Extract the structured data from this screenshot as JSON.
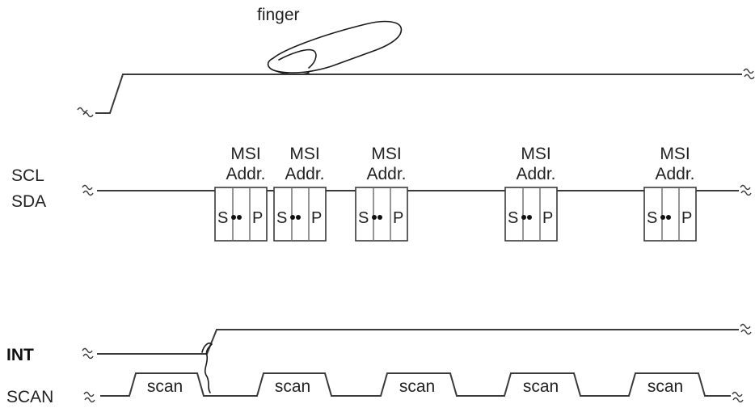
{
  "finger_label": "finger",
  "signals": {
    "scl": "SCL",
    "sda": "SDA",
    "int": "INT",
    "scan": "SCAN"
  },
  "transaction_label": [
    "MSI",
    "Addr."
  ],
  "frame_start": "S",
  "frame_stop": "P",
  "scan_label": "scan",
  "transaction_count": 5,
  "scan_count": 5
}
